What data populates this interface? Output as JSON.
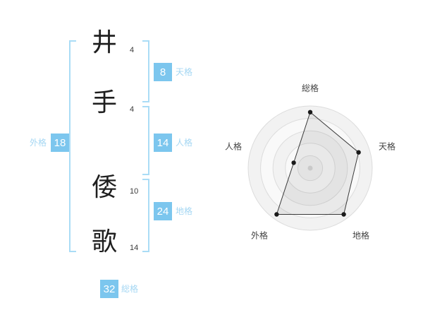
{
  "name": {
    "characters": [
      {
        "char": "井",
        "strokes": "4"
      },
      {
        "char": "手",
        "strokes": "4"
      },
      {
        "char": "倭",
        "strokes": "10"
      },
      {
        "char": "歌",
        "strokes": "14"
      }
    ]
  },
  "grids": {
    "tenkaku": {
      "label": "天格",
      "value": "8"
    },
    "jinkaku": {
      "label": "人格",
      "value": "14"
    },
    "chikaku": {
      "label": "地格",
      "value": "24"
    },
    "gaikaku": {
      "label": "外格",
      "value": "18"
    },
    "soukaku": {
      "label": "総格",
      "value": "32"
    }
  },
  "colors": {
    "accent_box": "#7cc6ee",
    "accent_light": "#aadcf6",
    "label_blue": "#a5d7f3",
    "ring_stroke": "#dcdcdc",
    "polygon_stroke": "#3a3a3a"
  },
  "chart_data": {
    "type": "radar",
    "categories": [
      "総格",
      "天格",
      "地格",
      "外格",
      "人格"
    ],
    "values": [
      90,
      82,
      92,
      92,
      28
    ],
    "max": 100,
    "rings": 5,
    "grid": "circular",
    "legend": "none"
  }
}
